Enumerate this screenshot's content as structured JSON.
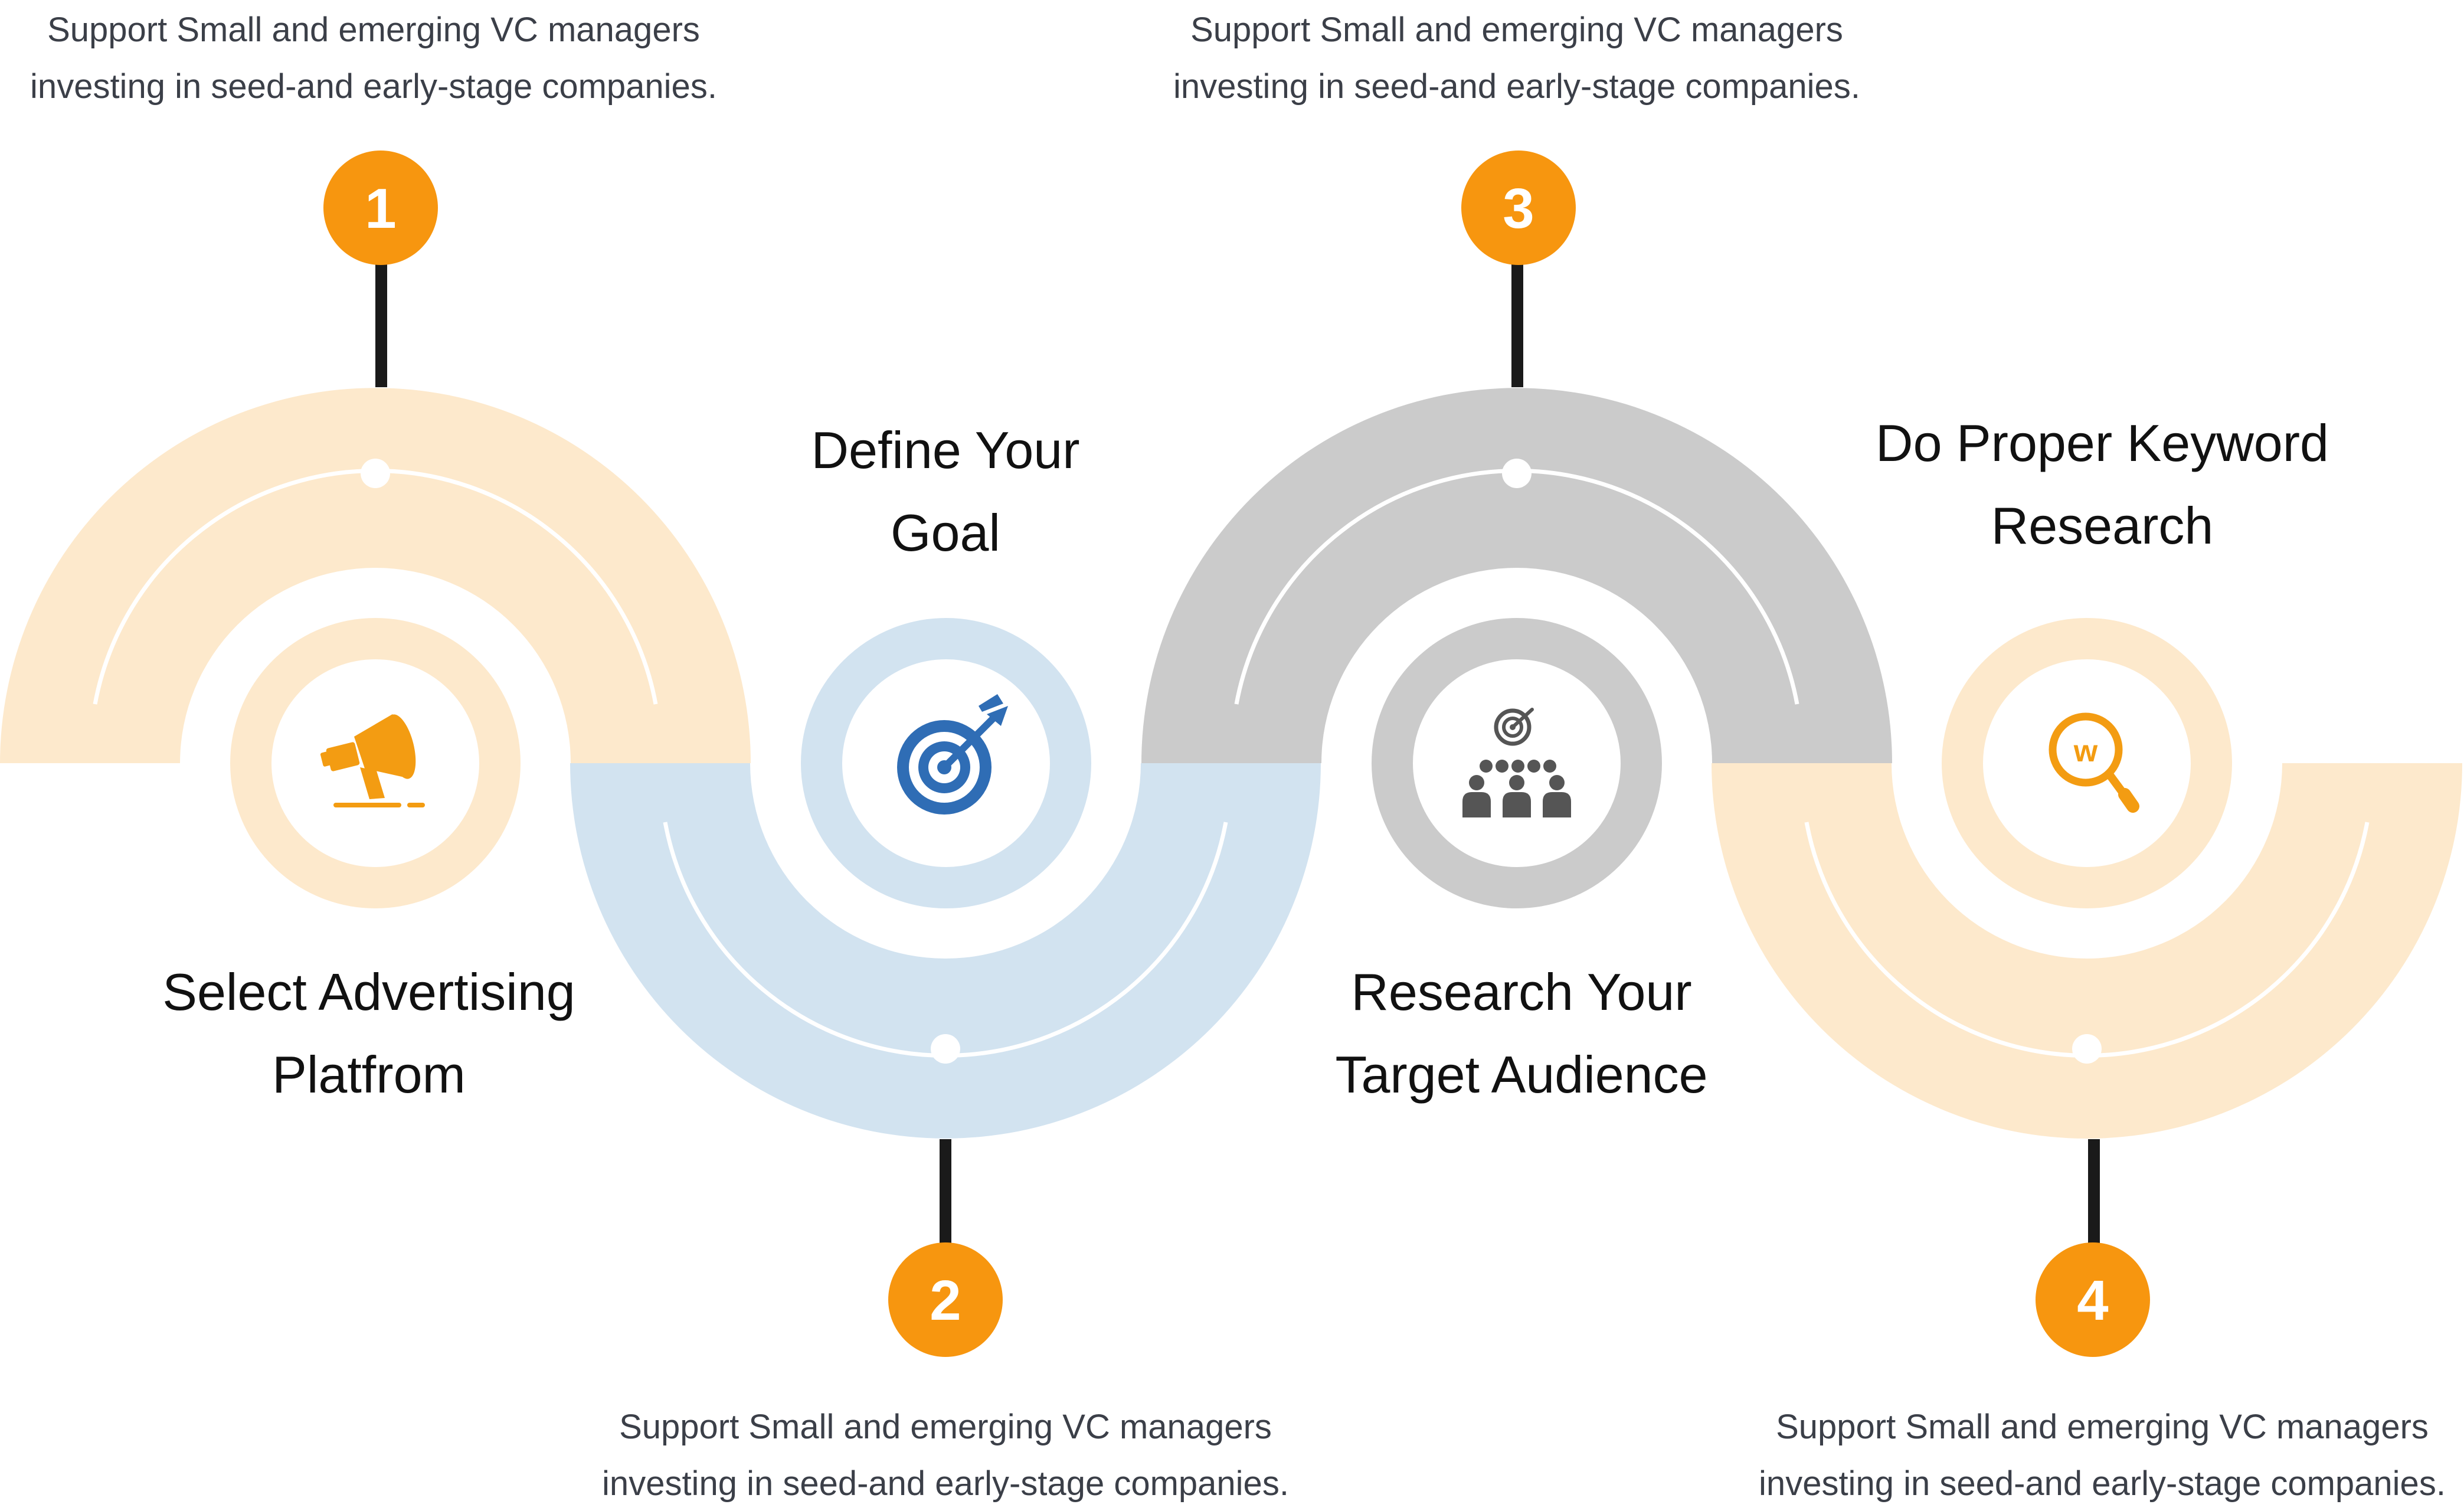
{
  "colors": {
    "peach": "#fde9cc",
    "blue": "#d2e3f0",
    "gray": "#cbcbcb",
    "badge": "#f7960f",
    "stem": "#1a1a1a",
    "icon_orange": "#f39c12",
    "icon_blue": "#2f6db5",
    "icon_gray": "#555555"
  },
  "steps": [
    {
      "number": "1",
      "title_line1": "Select Advertising",
      "title_line2": "Platfrom",
      "desc_line1": "Support Small and emerging VC managers",
      "desc_line2": "investing in seed-and early-stage companies.",
      "icon": "megaphone-icon"
    },
    {
      "number": "2",
      "title_line1": "Define Your",
      "title_line2": "Goal",
      "desc_line1": "Support Small and emerging VC managers",
      "desc_line2": "investing in seed-and early-stage companies.",
      "icon": "target-arrow-icon"
    },
    {
      "number": "3",
      "title_line1": "Research Your",
      "title_line2": "Target Audience",
      "desc_line1": "Support Small and emerging VC managers",
      "desc_line2": "investing in seed-and early-stage companies.",
      "icon": "audience-target-icon"
    },
    {
      "number": "4",
      "title_line1": "Do Proper Keyword",
      "title_line2": "Research",
      "desc_line1": "Support Small and emerging VC managers",
      "desc_line2": "investing in seed-and early-stage companies.",
      "icon": "keyword-search-icon"
    }
  ]
}
